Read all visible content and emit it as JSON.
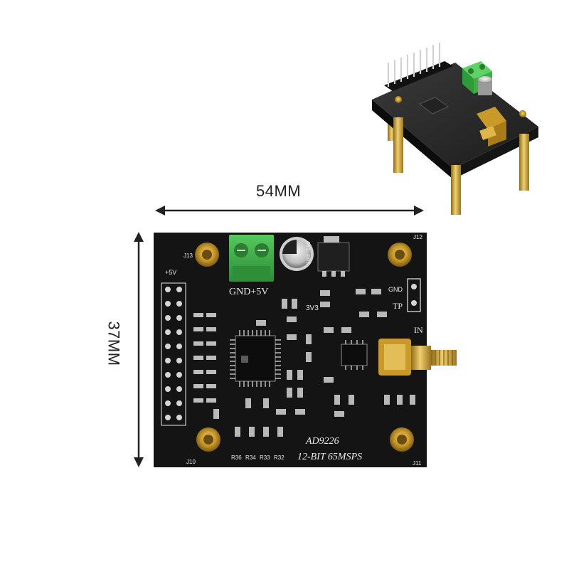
{
  "dimensions": {
    "width_label": "54MM",
    "height_label": "37MM"
  },
  "board": {
    "power_label": "GND+5V",
    "chip_label": "AD9226",
    "spec_label": "12-BIT 65MSPS",
    "supply_label": "3V3",
    "sma_label": "IN",
    "tp_label": "TP",
    "gnd_label": "GND",
    "plus5v_label": "+5V",
    "mount_labels": [
      "J13",
      "J12",
      "J10",
      "J11"
    ],
    "cap_label": "100 16V",
    "resistor_labels": [
      "R36",
      "R34",
      "R33",
      "R32"
    ]
  },
  "colors": {
    "pcb": "#141414",
    "silkscreen": "#e9e9e9",
    "terminal_block": "#3fae49",
    "brass": "#c99a2a",
    "arrow": "#222222"
  }
}
